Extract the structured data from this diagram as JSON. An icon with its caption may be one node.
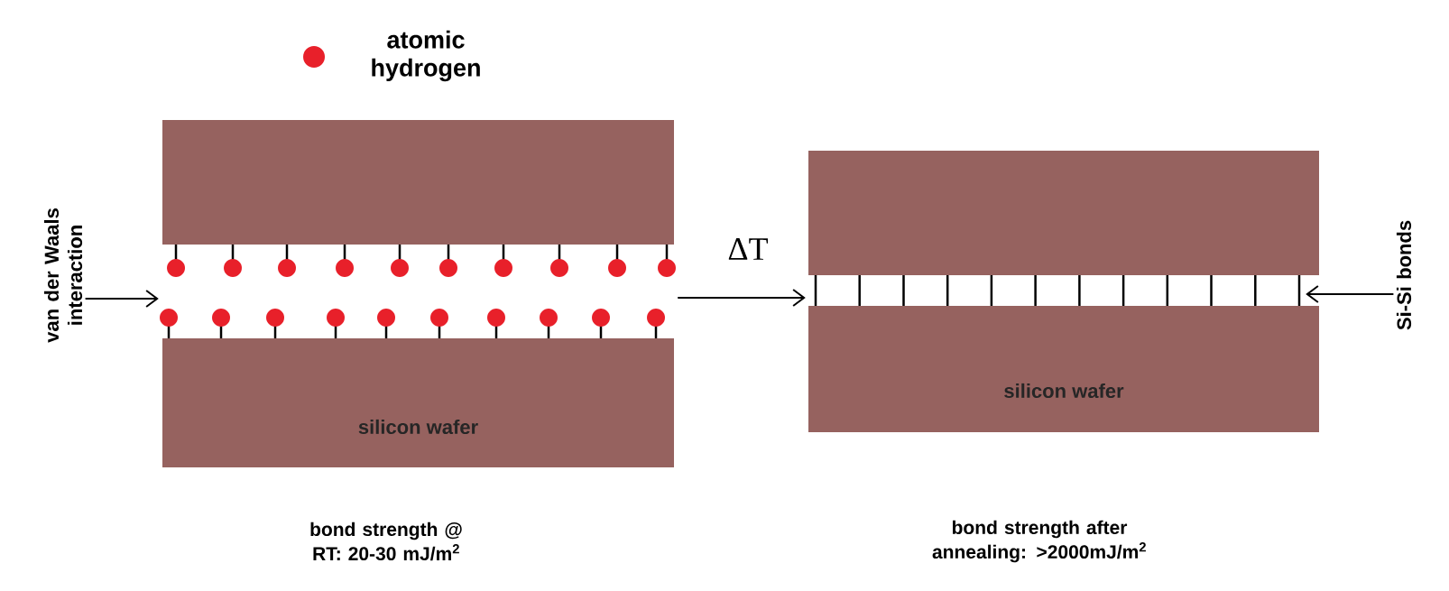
{
  "diagram": {
    "nodes": [
      {
        "text": [],
        "shape": "box"
      },
      {
        "text": [
          "silicon wafer"
        ]
      },
      {
        "text": [],
        "shape": "box"
      },
      {
        "text": [
          "silicon wafer"
        ]
      },
      {
        "text": [
          "van der Waals interaction"
        ]
      },
      {
        "text": [
          "Si-Si bonds"
        ]
      },
      {
        "text": [],
        "shape": "picture"
      },
      {
        "text": [],
        "shape": "picture"
      }
    ],
    "edges": [
      {
        "from": 4,
        "to": 6,
        "arrow": "to"
      },
      {
        "from": 5,
        "to": 7,
        "arrow": "to"
      },
      {
        "from": 6,
        "to": 7,
        "arrow": "to",
        "label": "ΔT"
      }
    ],
    "labels": [
      "bond strength @ RT: 20-30 mJ/m$^{2}$",
      "bond strength after annealing: >2000mJ/m$^{2}$"
    ],
    "legend": [
      {
        "text": "atomic hydrogen",
        "color": "#e8202a"
      }
    ]
  }
}
